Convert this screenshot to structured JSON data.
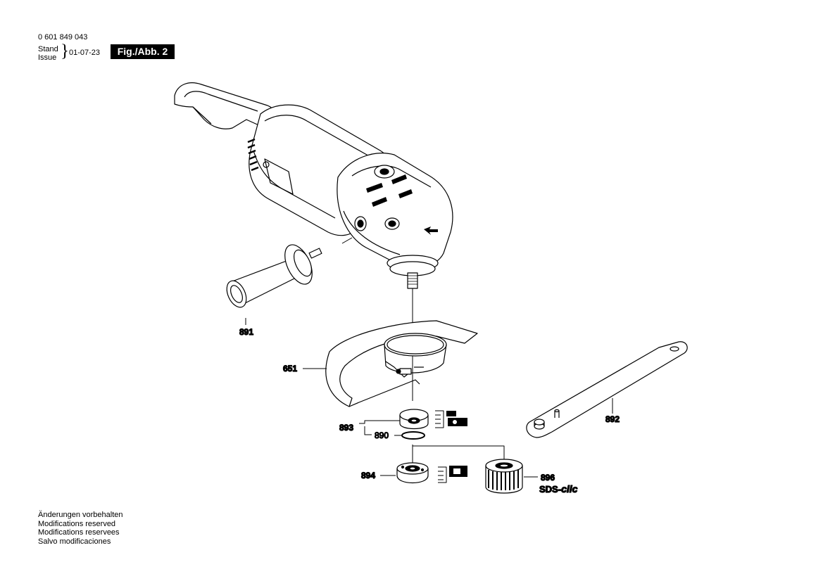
{
  "header": {
    "part_number": "0 601 849 043",
    "stand_label": "Stand",
    "issue_label": "Issue",
    "brace": "}",
    "date": "01-07-23",
    "figure_label": "Fig./Abb. 2"
  },
  "callouts": {
    "side_handle": "891",
    "guard": "651",
    "flange_set": "893",
    "o_ring": "890",
    "clamping_nut": "894",
    "wrench": "892",
    "quick_nut": "896"
  },
  "sds_brand": {
    "prefix": "SDS-",
    "suffix": "clic"
  },
  "footer": {
    "lines": [
      "Änderungen vorbehalten",
      "Modifications reserved",
      "Modifications reservees",
      "Salvo modificaciones"
    ]
  }
}
